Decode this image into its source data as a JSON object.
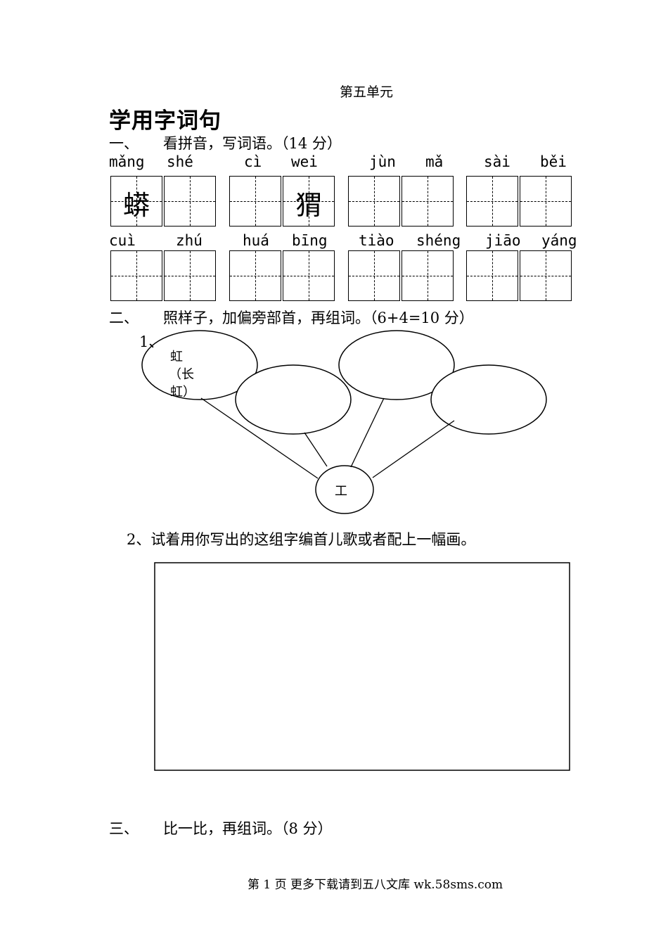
{
  "unit_title": "第五单元",
  "section_title": "学用字词句",
  "q1": {
    "label": "一、",
    "text": "看拼音，写词语。（14 分）",
    "row1": [
      {
        "py": "mǎng",
        "ch": "蟒"
      },
      {
        "py": "shé",
        "ch": ""
      },
      {
        "py": "cì",
        "ch": ""
      },
      {
        "py": "wei",
        "ch": "猬"
      },
      {
        "py": "jùn",
        "ch": ""
      },
      {
        "py": "mǎ",
        "ch": ""
      },
      {
        "py": "sài",
        "ch": ""
      },
      {
        "py": "běi",
        "ch": ""
      }
    ],
    "row2": [
      {
        "py": "cuì",
        "ch": ""
      },
      {
        "py": "zhú",
        "ch": ""
      },
      {
        "py": "huá",
        "ch": ""
      },
      {
        "py": "bīng",
        "ch": ""
      },
      {
        "py": "tiào",
        "ch": ""
      },
      {
        "py": "shéng",
        "ch": ""
      },
      {
        "py": "jiāo",
        "ch": ""
      },
      {
        "py": "yáng",
        "ch": ""
      }
    ]
  },
  "q2": {
    "label": "二、",
    "text": "照样子，加偏旁部首，再组词。（6+4=10 分）",
    "sub1": "1、",
    "example_char": "虹",
    "example_word_a": "（长",
    "example_word_b": "虹）",
    "center": "工",
    "sub2": "2、试着用你写出的这组字编首儿歌或者配上一幅画。"
  },
  "q3": {
    "label": "三、",
    "text": "比一比，再组词。（8 分）"
  },
  "footer": "第 1 页 更多下载请到五八文库 wk.58sms.com"
}
